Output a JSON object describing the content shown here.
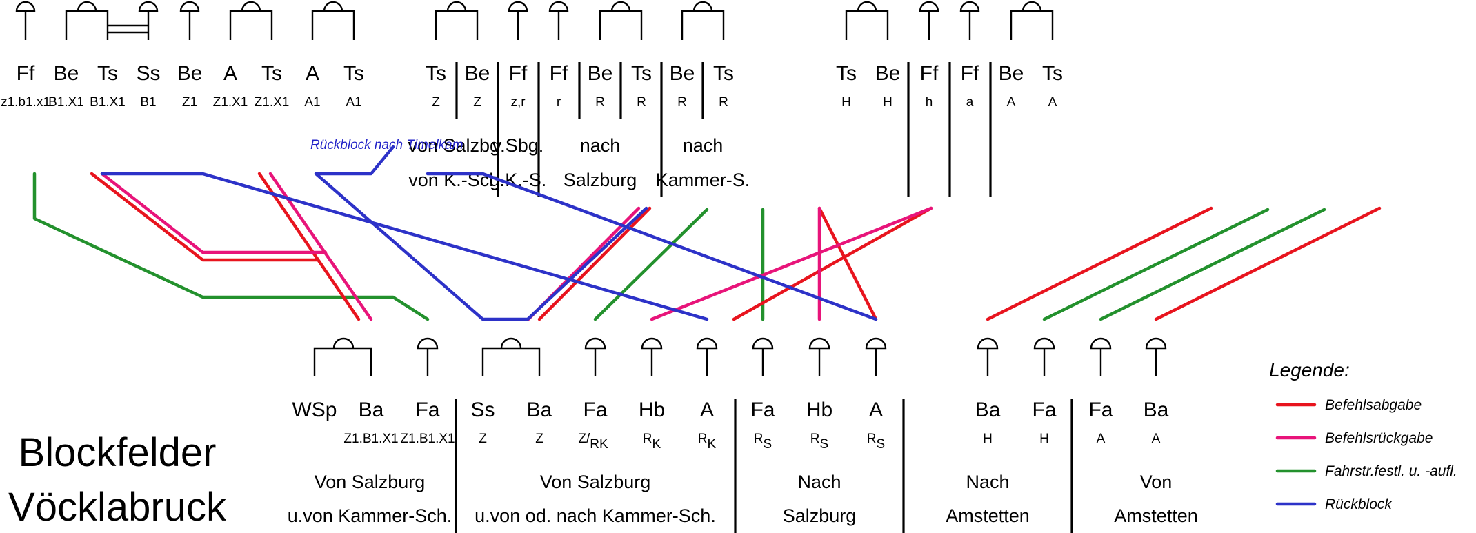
{
  "title": {
    "line1": "Blockfelder",
    "line2": "Vöcklabruck"
  },
  "colors": {
    "befehlsabgabe": "#e8141e",
    "befehlsrueckgabe": "#e8147a",
    "fahrstrasse": "#23912d",
    "rueckblock": "#2d32c8"
  },
  "top_fields": [
    {
      "code": "Ff",
      "sub": "z1.b1.x1"
    },
    {
      "code": "Be",
      "sub": "B1.X1"
    },
    {
      "code": "Ts",
      "sub": "B1.X1"
    },
    {
      "code": "Ss",
      "sub": "B1"
    },
    {
      "code": "Be",
      "sub": "Z1"
    },
    {
      "code": "A",
      "sub": "Z1.X1"
    },
    {
      "code": "Ts",
      "sub": "Z1.X1"
    },
    {
      "code": "A",
      "sub": "A1"
    },
    {
      "code": "Ts",
      "sub": "A1"
    },
    {
      "code": "Ts",
      "sub": "Z"
    },
    {
      "code": "Be",
      "sub": "Z"
    },
    {
      "code": "Ff",
      "sub": "z,r"
    },
    {
      "code": "Ff",
      "sub": "r"
    },
    {
      "code": "Be",
      "sub": "R"
    },
    {
      "code": "Ts",
      "sub": "R"
    },
    {
      "code": "Be",
      "sub": "R"
    },
    {
      "code": "Ts",
      "sub": "R"
    },
    {
      "code": "Ts",
      "sub": "H"
    },
    {
      "code": "Be",
      "sub": "H"
    },
    {
      "code": "Ff",
      "sub": "h"
    },
    {
      "code": "Ff",
      "sub": "a"
    },
    {
      "code": "Be",
      "sub": "A"
    },
    {
      "code": "Ts",
      "sub": "A"
    }
  ],
  "top_groups": [
    {
      "line1": "von Salzbg.",
      "line2": "von K.-Sch."
    },
    {
      "line1": "v.Sbg.",
      "line2": "g.K.-S."
    },
    {
      "line1": "nach",
      "line2": "Salzburg"
    },
    {
      "line1": "nach",
      "line2": "Kammer-S."
    }
  ],
  "bottom_fields": [
    {
      "code": "WSp",
      "sub": ""
    },
    {
      "code": "Ba",
      "sub": "Z1.B1.X1"
    },
    {
      "code": "Fa",
      "sub": "Z1.B1.X1"
    },
    {
      "code": "Ss",
      "sub": "Z"
    },
    {
      "code": "Ba",
      "sub": "Z"
    },
    {
      "code": "Fa",
      "sub": "Z/",
      "subsub": "RK"
    },
    {
      "code": "Hb",
      "sub": "R",
      "subsub": "K"
    },
    {
      "code": "A",
      "sub": "R",
      "subsub": "K"
    },
    {
      "code": "Fa",
      "sub": "R",
      "subsub": "S"
    },
    {
      "code": "Hb",
      "sub": "R",
      "subsub": "S"
    },
    {
      "code": "A",
      "sub": "R",
      "subsub": "S"
    },
    {
      "code": "Ba",
      "sub": "H"
    },
    {
      "code": "Fa",
      "sub": "H"
    },
    {
      "code": "Fa",
      "sub": "A"
    },
    {
      "code": "Ba",
      "sub": "A"
    }
  ],
  "bottom_groups": [
    {
      "line1": "Von  Salzburg",
      "line2": "u.von Kammer-Sch."
    },
    {
      "line1": "Von   Salzburg",
      "line2": "u.von od. nach Kammer-Sch."
    },
    {
      "line1": "Nach",
      "line2": "Salzburg"
    },
    {
      "line1": "Nach",
      "line2": "Amstetten"
    },
    {
      "line1": "Von",
      "line2": "Amstetten"
    }
  ],
  "note": "Rückblock nach Timelkam",
  "legend": {
    "title": "Legende:",
    "items": [
      {
        "label": "Befehlsabgabe",
        "color": "#e8141e"
      },
      {
        "label": "Befehlsrückgabe",
        "color": "#e8147a"
      },
      {
        "label": "Fahrstr.festl. u. -aufl.",
        "color": "#23912d"
      },
      {
        "label": "Rückblock",
        "color": "#2d32c8"
      }
    ]
  }
}
